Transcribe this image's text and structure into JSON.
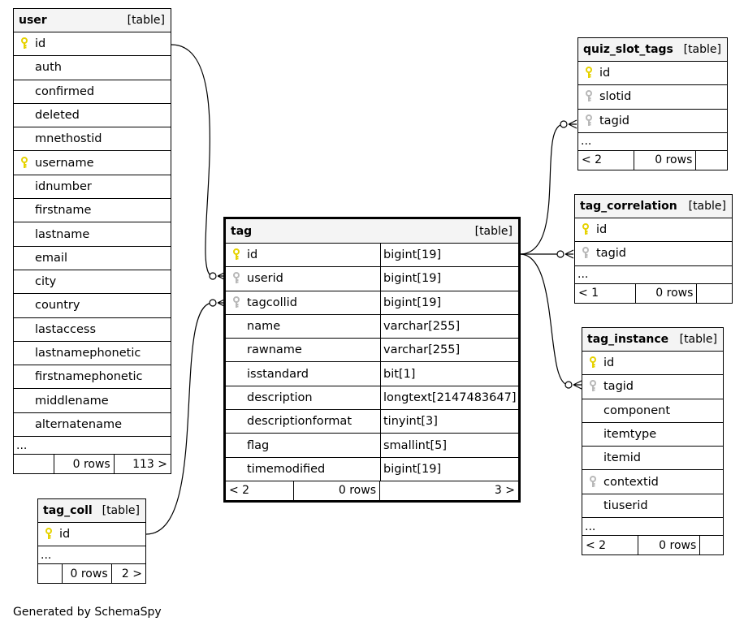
{
  "footer_text": "Generated by SchemaSpy",
  "tables": {
    "user": {
      "name": "user",
      "tag": "[table]",
      "columns": [
        {
          "name": "id",
          "key": "primary"
        },
        {
          "name": "auth",
          "key": ""
        },
        {
          "name": "confirmed",
          "key": ""
        },
        {
          "name": "deleted",
          "key": ""
        },
        {
          "name": "mnethostid",
          "key": ""
        },
        {
          "name": "username",
          "key": "primary"
        },
        {
          "name": "idnumber",
          "key": ""
        },
        {
          "name": "firstname",
          "key": ""
        },
        {
          "name": "lastname",
          "key": ""
        },
        {
          "name": "email",
          "key": ""
        },
        {
          "name": "city",
          "key": ""
        },
        {
          "name": "country",
          "key": ""
        },
        {
          "name": "lastaccess",
          "key": ""
        },
        {
          "name": "lastnamephonetic",
          "key": ""
        },
        {
          "name": "firstnamephonetic",
          "key": ""
        },
        {
          "name": "middlename",
          "key": ""
        },
        {
          "name": "alternatename",
          "key": ""
        }
      ],
      "ellipsis": "...",
      "footer": [
        "",
        "0 rows",
        "113 >"
      ]
    },
    "tag_coll": {
      "name": "tag_coll",
      "tag": "[table]",
      "columns": [
        {
          "name": "id",
          "key": "primary"
        }
      ],
      "ellipsis": "...",
      "footer": [
        "",
        "0 rows",
        "2 >"
      ]
    },
    "tag": {
      "name": "tag",
      "tag": "[table]",
      "columns": [
        {
          "name": "id",
          "type": "bigint[19]",
          "key": "primary"
        },
        {
          "name": "userid",
          "type": "bigint[19]",
          "key": "foreign"
        },
        {
          "name": "tagcollid",
          "type": "bigint[19]",
          "key": "foreign"
        },
        {
          "name": "name",
          "type": "varchar[255]",
          "key": ""
        },
        {
          "name": "rawname",
          "type": "varchar[255]",
          "key": ""
        },
        {
          "name": "isstandard",
          "type": "bit[1]",
          "key": ""
        },
        {
          "name": "description",
          "type": "longtext[2147483647]",
          "key": ""
        },
        {
          "name": "descriptionformat",
          "type": "tinyint[3]",
          "key": ""
        },
        {
          "name": "flag",
          "type": "smallint[5]",
          "key": ""
        },
        {
          "name": "timemodified",
          "type": "bigint[19]",
          "key": ""
        }
      ],
      "footer": [
        "< 2",
        "0 rows",
        "3 >"
      ]
    },
    "quiz_slot_tags": {
      "name": "quiz_slot_tags",
      "tag": "[table]",
      "columns": [
        {
          "name": "id",
          "key": "primary"
        },
        {
          "name": "slotid",
          "key": "foreign"
        },
        {
          "name": "tagid",
          "key": "foreign"
        }
      ],
      "ellipsis": "...",
      "footer": [
        "< 2",
        "0 rows",
        ""
      ]
    },
    "tag_correlation": {
      "name": "tag_correlation",
      "tag": "[table]",
      "columns": [
        {
          "name": "id",
          "key": "primary"
        },
        {
          "name": "tagid",
          "key": "foreign"
        }
      ],
      "ellipsis": "...",
      "footer": [
        "< 1",
        "0 rows",
        ""
      ]
    },
    "tag_instance": {
      "name": "tag_instance",
      "tag": "[table]",
      "columns": [
        {
          "name": "id",
          "key": "primary"
        },
        {
          "name": "tagid",
          "key": "foreign"
        },
        {
          "name": "component",
          "key": ""
        },
        {
          "name": "itemtype",
          "key": ""
        },
        {
          "name": "itemid",
          "key": ""
        },
        {
          "name": "contextid",
          "key": "foreign"
        },
        {
          "name": "tiuserid",
          "key": ""
        }
      ],
      "ellipsis": "...",
      "footer": [
        "< 2",
        "0 rows",
        ""
      ]
    }
  }
}
